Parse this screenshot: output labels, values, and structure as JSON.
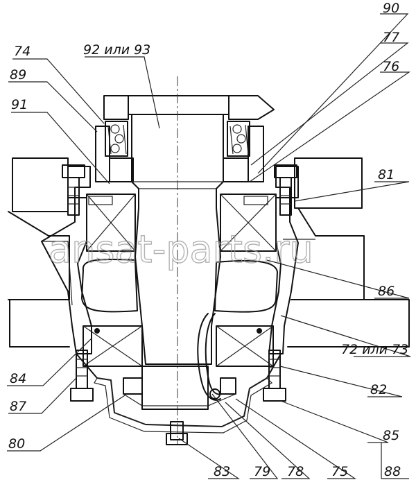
{
  "watermark": "ansat-parts.ru",
  "labels": {
    "l74": "74",
    "l89": "89",
    "l91": "91",
    "l92": "92 или 93",
    "l90": "90",
    "l77": "77",
    "l76": "76",
    "l81": "81",
    "l86": "86",
    "l72": "72 или 73",
    "l82": "82",
    "l84": "84",
    "l87": "87",
    "l80": "80",
    "l85": "85",
    "l88": "88",
    "l83": "83",
    "l79": "79",
    "l78": "78",
    "l75": "75"
  }
}
